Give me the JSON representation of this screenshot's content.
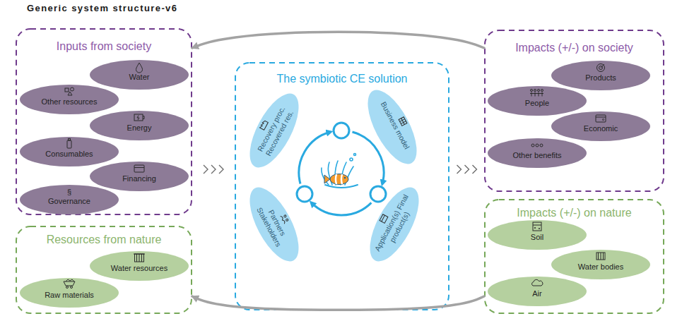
{
  "diagram": {
    "title": "Generic system structure-v6",
    "nodes": [
      {
        "text": [
          "Inputs from society"
        ]
      },
      {
        "text": [
          "Water"
        ],
        "in": 0
      },
      {
        "text": [
          "Other resources"
        ],
        "in": 0
      },
      {
        "text": [
          "Energy"
        ],
        "in": 0
      },
      {
        "text": [
          "Consumables"
        ],
        "in": 0
      },
      {
        "text": [
          "Financing"
        ],
        "in": 0
      },
      {
        "text": [
          "§",
          "Governance"
        ],
        "in": 0
      },
      {
        "text": [
          "Resources from nature"
        ]
      },
      {
        "text": [
          "Water resources"
        ],
        "in": 7
      },
      {
        "text": [
          "Raw materials"
        ],
        "in": 7
      },
      {
        "text": [
          "The symbiotic CE solution"
        ]
      },
      {
        "text": [
          "Recovery proc. Recovered res."
        ],
        "in": 10
      },
      {
        "text": [
          "Business model"
        ],
        "in": 10
      },
      {
        "text": [
          "Partners Stakeholders"
        ],
        "in": 10
      },
      {
        "text": [
          "Application(s) Final product(s)"
        ],
        "in": 10
      },
      {
        "text": [
          "Impacts (+/-) on society"
        ]
      },
      {
        "text": [
          "Products"
        ],
        "in": 15
      },
      {
        "text": [
          "People"
        ],
        "in": 15
      },
      {
        "text": [
          "Economic"
        ],
        "in": 15
      },
      {
        "text": [
          "Other benefits"
        ],
        "in": 15
      },
      {
        "text": [
          "Impacts (+/-) on nature"
        ]
      },
      {
        "text": [
          "Soil"
        ],
        "in": 20
      },
      {
        "text": [
          "Water bodies"
        ],
        "in": 20
      },
      {
        "text": [
          "Air"
        ],
        "in": 20
      }
    ],
    "edges": [
      {
        "from": 0,
        "to": 10,
        "arrow": "to"
      },
      {
        "from": 10,
        "to": 15,
        "arrow": "to"
      },
      {
        "from": 15,
        "to": 0,
        "arrow": "to"
      },
      {
        "from": 20,
        "to": 7,
        "arrow": "to"
      }
    ]
  }
}
